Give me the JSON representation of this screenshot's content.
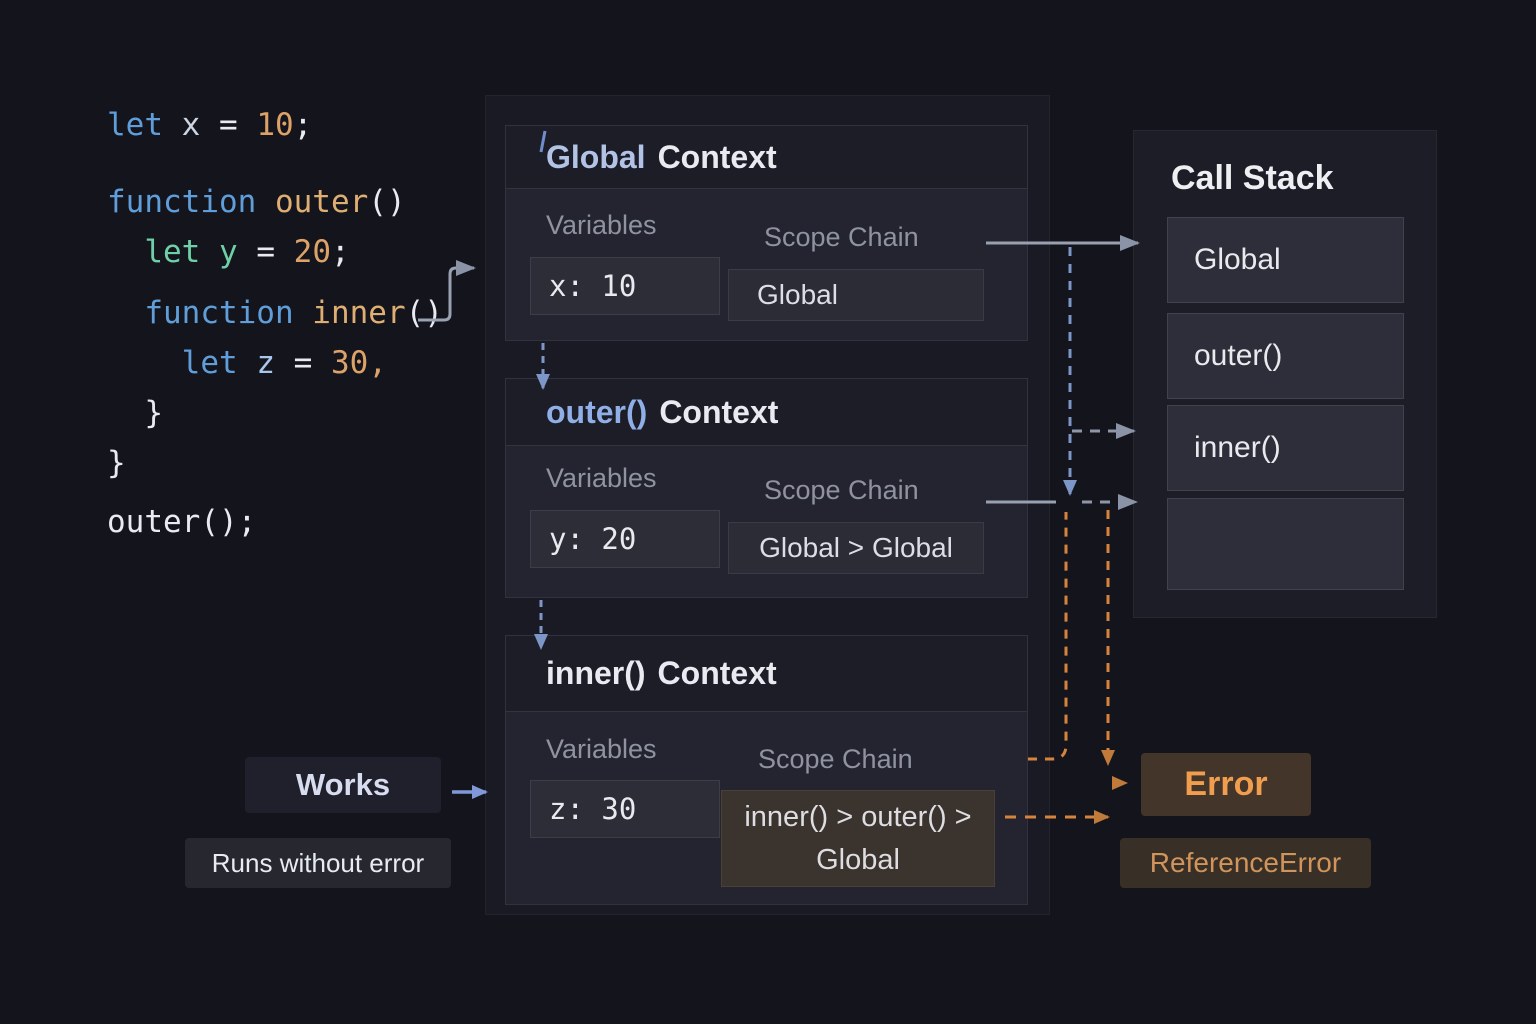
{
  "code": {
    "lines": [
      {
        "tokens": [
          {
            "t": "let",
            "c": "kw"
          },
          {
            "t": " x",
            "c": "varx"
          },
          {
            "t": " = ",
            "c": "pln"
          },
          {
            "t": "10",
            "c": "num"
          },
          {
            "t": ";",
            "c": "pln"
          }
        ]
      },
      {
        "tokens": [
          {
            "t": "function",
            "c": "kw"
          },
          {
            "t": " outer",
            "c": "fn"
          },
          {
            "t": "()",
            "c": "pln"
          }
        ]
      },
      {
        "tokens": [
          {
            "t": "  let y",
            "c": "grn"
          },
          {
            "t": " = ",
            "c": "pln"
          },
          {
            "t": "20",
            "c": "num"
          },
          {
            "t": ";",
            "c": "pln"
          }
        ]
      },
      {
        "tokens": [
          {
            "t": "  function",
            "c": "kw"
          },
          {
            "t": " inner",
            "c": "fn"
          },
          {
            "t": "()",
            "c": "pln"
          }
        ]
      },
      {
        "tokens": [
          {
            "t": "    let",
            "c": "kw"
          },
          {
            "t": " z",
            "c": "varz"
          },
          {
            "t": " = ",
            "c": "pln"
          },
          {
            "t": "30",
            "c": "num"
          },
          {
            "t": ",",
            "c": "num"
          }
        ]
      },
      {
        "tokens": [
          {
            "t": "  }",
            "c": "pln"
          }
        ]
      },
      {
        "tokens": [
          {
            "t": "}",
            "c": "pln"
          }
        ]
      },
      {
        "tokens": [
          {
            "t": "outer();",
            "c": "pln"
          }
        ]
      }
    ]
  },
  "contexts": [
    {
      "title_main": "Global",
      "title_rest": "Context",
      "variables_label": "Variables",
      "variable": "x: 10",
      "scope_label": "Scope Chain",
      "scope_lines": [
        "Global"
      ]
    },
    {
      "title_main": "outer()",
      "title_rest": "Context",
      "variables_label": "Variables",
      "variable": "y: 20",
      "scope_label": "Scope Chain",
      "scope_lines": [
        "Global > Global"
      ]
    },
    {
      "title_main": "inner()",
      "title_rest": "Context",
      "variables_label": "Variables",
      "variable": "z: 30",
      "scope_label": "Scope Chain",
      "scope_lines": [
        "inner() > outer() >",
        "Global"
      ]
    }
  ],
  "call_stack": {
    "title": "Call Stack",
    "frames": [
      "Global",
      "outer()",
      "inner()",
      ""
    ]
  },
  "annotations": {
    "works": "Works",
    "works_sub": "Runs without error",
    "error": "Error",
    "error_sub": "ReferenceError"
  },
  "colors": {
    "background": "#14141d",
    "panel": "#1a1a24",
    "box": "#2d2d38",
    "warm_box": "#3a332e",
    "accent_blue": "#7d96c8",
    "accent_gray": "#9aa2b2",
    "accent_orange": "#d8833b",
    "error_text": "#f09d4e",
    "reference_error_text": "#d0945c",
    "code_keyword_blue": "#5f9ed8",
    "code_keyword_green": "#6fcfa6",
    "code_name_orange": "#dfae72",
    "code_number_orange": "#dda268",
    "title_global": "#b3c3e6",
    "title_outer": "#8fafe6"
  }
}
